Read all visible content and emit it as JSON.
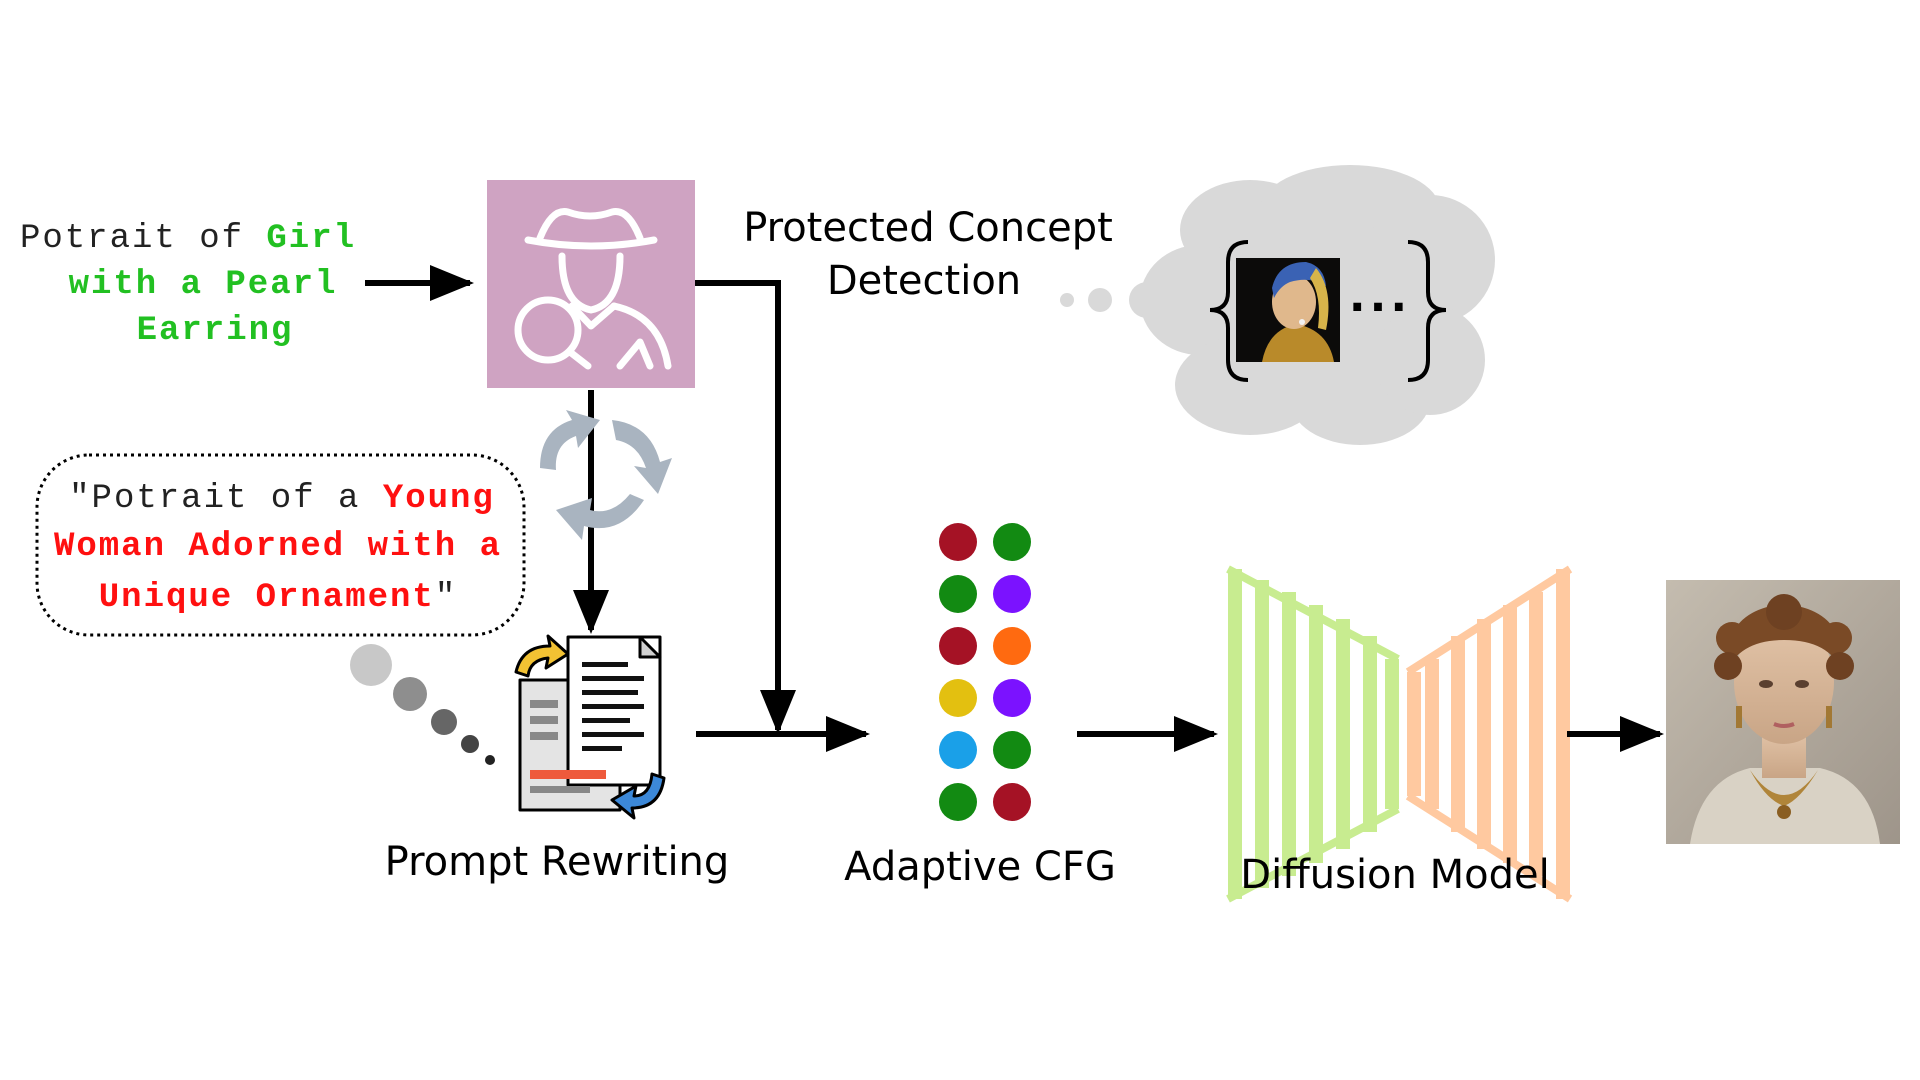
{
  "input_prompt": {
    "line1_plain": "Potrait of ",
    "line1_highlight": "Girl",
    "line2": "with a Pearl",
    "line3": "Earring",
    "highlight_color": "#22c022"
  },
  "rewritten_prompt": {
    "line1_plain": "\"Potrait of a ",
    "line1_highlight": "Young",
    "line2": "Woman Adorned with a",
    "line3_highlight": "Unique Ornament",
    "line3_tail": "\"",
    "highlight_color": "#ff1010"
  },
  "labels": {
    "detection_line1": "Protected Concept",
    "detection_line2": "Detection",
    "rewriting": "Prompt Rewriting",
    "cfg": "Adaptive CFG",
    "diffusion": "Diffusion Model",
    "ellipsis": "···"
  },
  "icons": {
    "detector": "detective-magnifier-icon",
    "refresh": "refresh-cycle-icon",
    "rewrite": "document-rewrite-icon",
    "protected_image": "pearl-earring-painting-thumbnail",
    "output_image": "generated-portrait-image"
  },
  "colors": {
    "detector_box": "#cfa3c2",
    "cloud": "#d9d9d9",
    "encoder_stripes": "#c8ec90",
    "decoder_stripes": "#ffc9a0"
  },
  "cfg_dots": [
    [
      "#a51225",
      "#128a12"
    ],
    [
      "#128a12",
      "#7b12ff"
    ],
    [
      "#a51225",
      "#ff6a10"
    ],
    [
      "#e3c010",
      "#7b12ff"
    ],
    [
      "#1aa0e8",
      "#128a12"
    ],
    [
      "#128a12",
      "#a51225"
    ]
  ]
}
